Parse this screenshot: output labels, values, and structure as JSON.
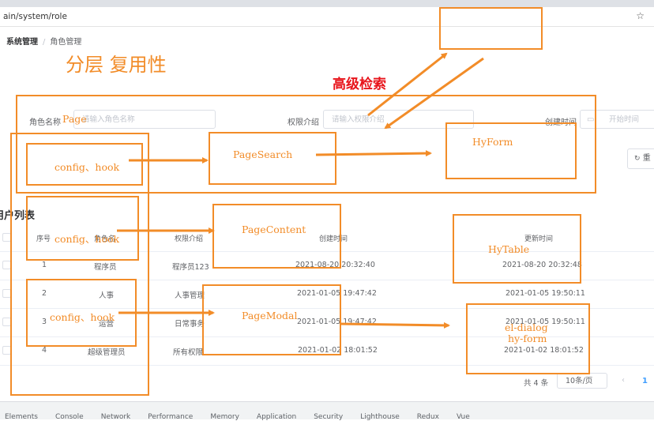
{
  "browser": {
    "url": "ain/system/role",
    "devtools_tabs": [
      "Elements",
      "Console",
      "Network",
      "Performance",
      "Memory",
      "Application",
      "Security",
      "Lighthouse",
      "Redux",
      "Vue"
    ]
  },
  "breadcrumb": {
    "parent": "系统管理",
    "separator": "/",
    "current": "角色管理"
  },
  "search": {
    "role_name_label": "角色名称",
    "role_name_placeholder": "请输入角色名称",
    "intro_label": "权限介绍",
    "intro_placeholder": "请输入权限介绍",
    "created_label": "创建时间",
    "start_placeholder": "开始时间",
    "reset_label": "重"
  },
  "table": {
    "title": "用户列表",
    "columns": [
      "序号",
      "角色名",
      "权限介绍",
      "创建时间",
      "更新时间"
    ],
    "rows": [
      {
        "index": "1",
        "name": "程序员",
        "intro": "程序员123",
        "created": "2021-08-20 20:32:40",
        "updated": "2021-08-20 20:32:48"
      },
      {
        "index": "2",
        "name": "人事",
        "intro": "人事管理",
        "created": "2021-01-05 19:47:42",
        "updated": "2021-01-05 19:50:11"
      },
      {
        "index": "3",
        "name": "运营",
        "intro": "日常事务",
        "created": "2021-01-05 19:47:42",
        "updated": "2021-01-05 19:50:11"
      },
      {
        "index": "4",
        "name": "超级管理员",
        "intro": "所有权限",
        "created": "2021-01-02 18:01:52",
        "updated": "2021-01-02 18:01:52"
      }
    ]
  },
  "pagination": {
    "total": "共 4 条",
    "page_size": "10条/页",
    "prev": "‹",
    "current_page": "1"
  },
  "annotations": {
    "title": "分层 复用性",
    "advanced_search": "高级检索",
    "page": "Page",
    "config_hook_1": "config、hook",
    "config_hook_2": "config、hook",
    "config_hook_3": "config、hook",
    "page_search": "PageSearch",
    "hy_form": "HyForm",
    "page_content": "PageContent",
    "hy_table": "HyTable",
    "page_modal": "PageModal",
    "el_dialog": "el-dialog",
    "hy_form_2": "hy-form",
    "orange": "#f28c28",
    "red": "#e8141b"
  },
  "colors": {
    "accent": "#409eff",
    "text": "#606266",
    "border": "#dcdfe6"
  }
}
